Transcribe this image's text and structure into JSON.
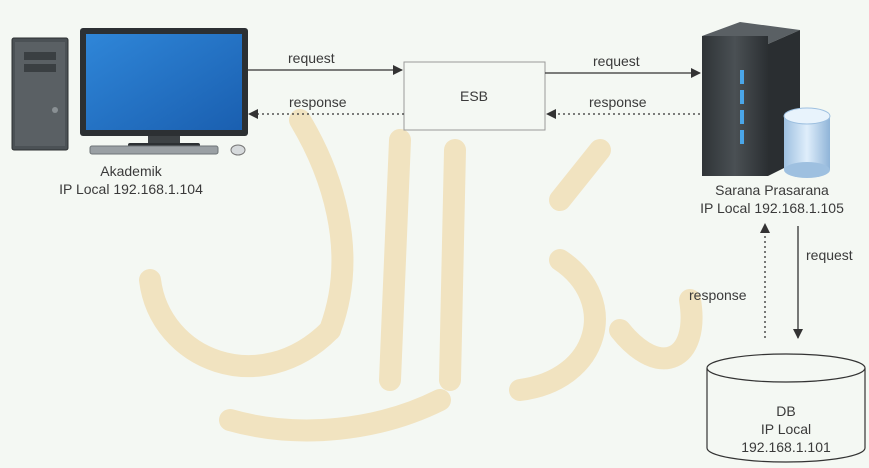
{
  "nodes": {
    "akademik": {
      "name": "Akademik",
      "ip": "IP Local 192.168.1.104"
    },
    "esb": {
      "name": "ESB"
    },
    "sarana": {
      "name": "Sarana Prasarana",
      "ip": "IP Local 192.168.1.105"
    },
    "db": {
      "name": "DB",
      "ip_label": "IP Local",
      "ip": "192.168.1.101"
    }
  },
  "edges": {
    "akademik_to_esb": "request",
    "esb_to_akademik": "response",
    "esb_to_sarana": "request",
    "sarana_to_esb": "response",
    "sarana_to_db": "request",
    "db_to_sarana": "response"
  },
  "colors": {
    "background": "#f4f8f3",
    "watermark": "#f1ddb0",
    "box_stroke": "#9a9a9a",
    "arrow": "#333333",
    "server_body": "#3f4448",
    "server_led": "#4aa6e8",
    "db_icon": "#a9c9e6"
  }
}
